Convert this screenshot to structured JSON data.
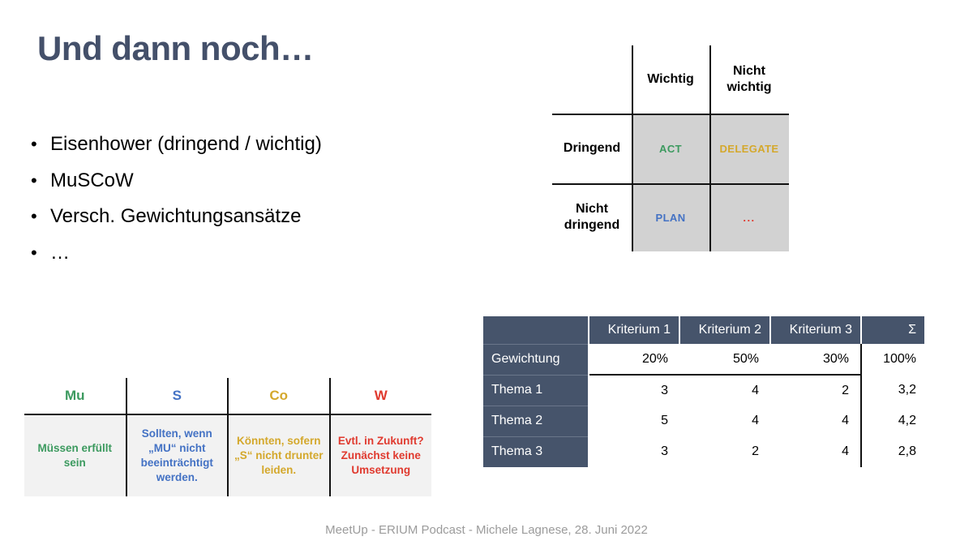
{
  "slide": {
    "title": "Und dann noch…",
    "footer": "MeetUp - ERIUM Podcast - Michele Lagnese, 28. Juni 2022"
  },
  "bullets": [
    {
      "marker": "•",
      "text": "Eisenhower (dringend / wichtig)"
    },
    {
      "marker": "•",
      "text": "MuSCoW"
    },
    {
      "marker": "•",
      "text": "Versch. Gewichtungsansätze"
    },
    {
      "marker": "•",
      "text": "…"
    }
  ],
  "eisenhower": {
    "col_headers": [
      "Wichtig",
      "Nicht wichtig"
    ],
    "row_headers": [
      "Dringend",
      "Nicht dringend"
    ],
    "cells": {
      "dringend_wichtig": "ACT",
      "dringend_nicht_wichtig": "DELEGATE",
      "nicht_dringend_wichtig": "PLAN",
      "nicht_dringend_nicht_wichtig": "..."
    },
    "colors": {
      "act": "#3c9a5f",
      "delegate": "#d4a82c",
      "plan": "#4472c4",
      "dots": "#e03a2f",
      "cell_background": "#d2d2d2"
    }
  },
  "moscow": {
    "headers": [
      "Mu",
      "S",
      "Co",
      "W"
    ],
    "bodies": [
      "Müssen erfüllt sein",
      "Sollten, wenn „MU“ nicht beeinträchtigt werden.",
      "Könnten, sofern „S“ nicht  drunter leiden.",
      "Evtl. in Zukunft? Zunächst keine Umsetzung"
    ],
    "colors": {
      "mu": "#3c9a5f",
      "s": "#4472c4",
      "co": "#d4a82c",
      "w": "#e03a2f",
      "cell_background": "#f2f2f2"
    }
  },
  "weighting": {
    "header": [
      "",
      "Kriterium 1",
      "Kriterium 2",
      "Kriterium 3",
      "Σ"
    ],
    "rows": [
      {
        "label": "Gewichtung",
        "values": [
          "20%",
          "50%",
          "30%"
        ],
        "sum": "100%",
        "sum_color": "#000000"
      },
      {
        "label": "Thema 1",
        "values": [
          "3",
          "4",
          "2"
        ],
        "sum": "3,2",
        "sum_color": "#4472c4"
      },
      {
        "label": "Thema 2",
        "values": [
          "5",
          "4",
          "4"
        ],
        "sum": "4,2",
        "sum_color": "#3c9a5f"
      },
      {
        "label": "Thema 3",
        "values": [
          "3",
          "2",
          "4"
        ],
        "sum": "2,8",
        "sum_color": "#e03a2f"
      }
    ],
    "colors": {
      "header_background": "#46546b",
      "header_text": "#ffffff"
    }
  },
  "theme": {
    "title_color": "#44506a",
    "footer_color": "#9b9b9b",
    "background": "#ffffff"
  }
}
